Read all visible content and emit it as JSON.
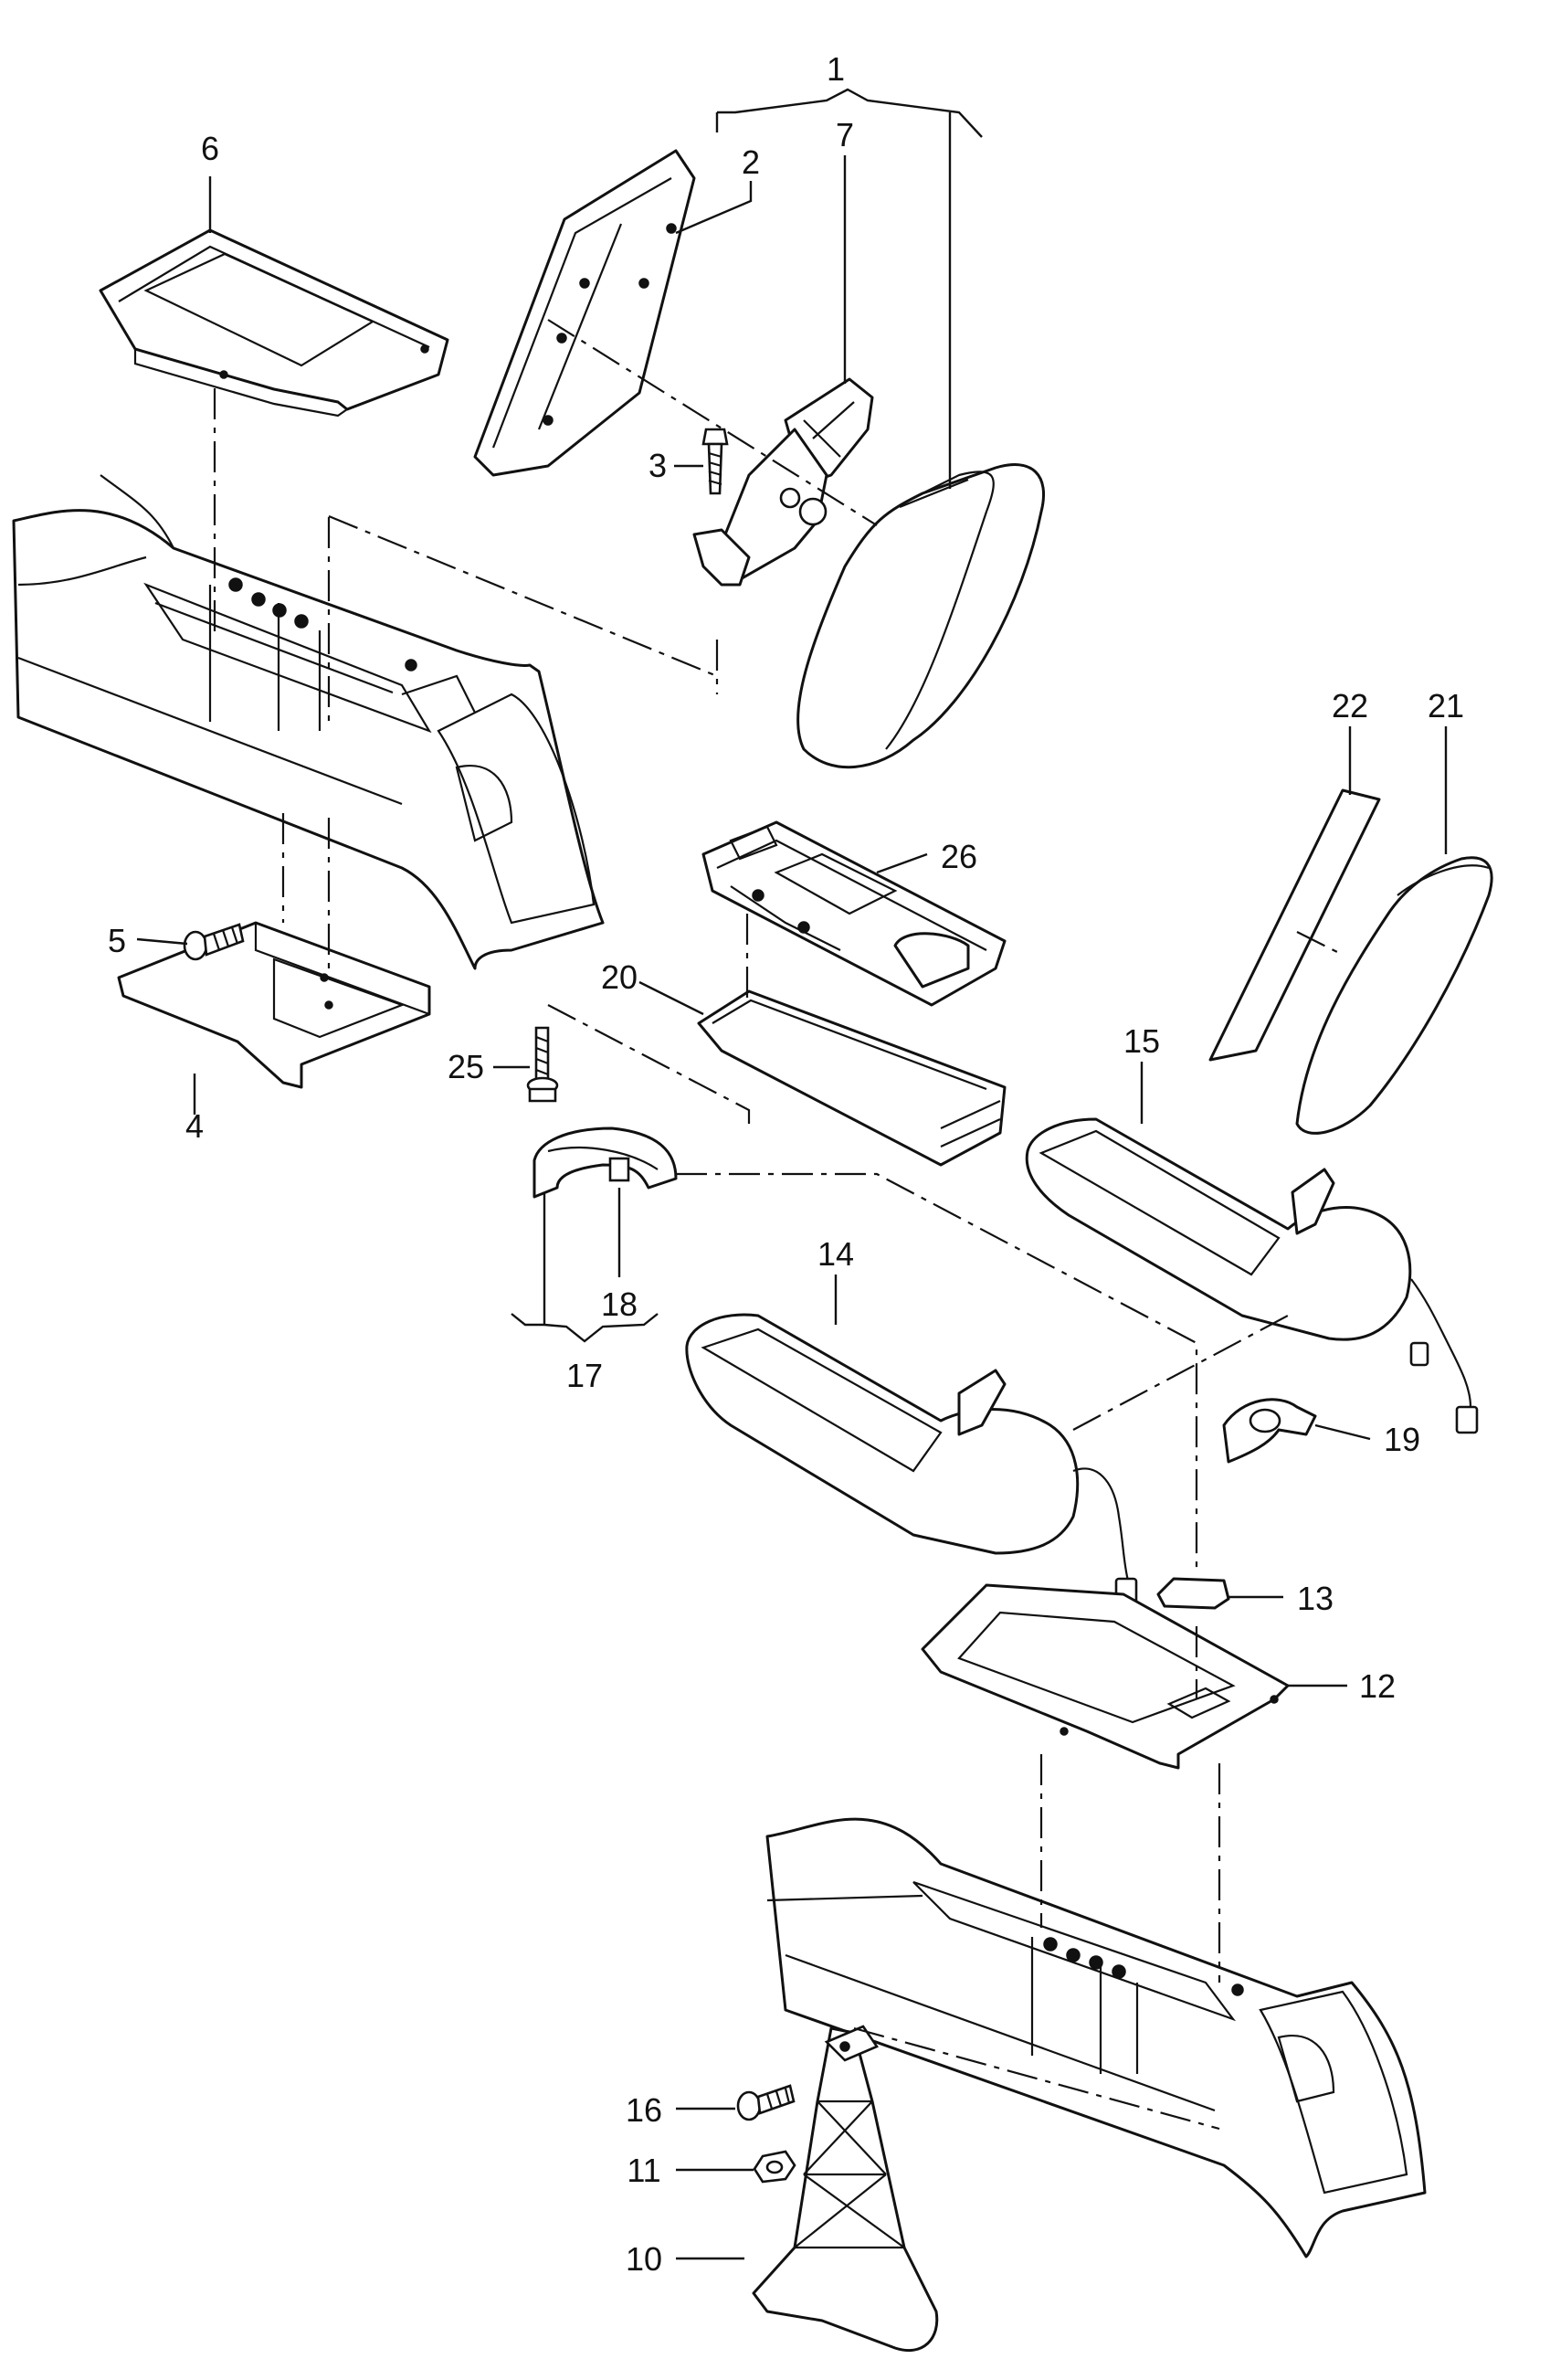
{
  "diagram": {
    "type": "exploded-parts-diagram",
    "callouts": [
      "1",
      "2",
      "3",
      "4",
      "5",
      "6",
      "7",
      "10",
      "11",
      "12",
      "13",
      "14",
      "15",
      "16",
      "17",
      "18",
      "19",
      "20",
      "21",
      "22",
      "25",
      "26"
    ]
  }
}
